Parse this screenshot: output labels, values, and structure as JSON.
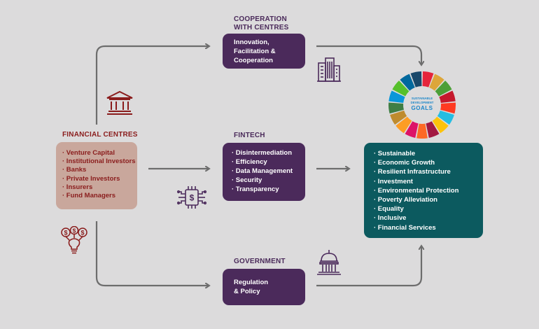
{
  "financial_centres": {
    "heading": "FINANCIAL CENTRES",
    "items": [
      "· Venture Capital",
      "· Institutional Investors",
      "· Banks",
      "· Private Investors",
      "· Insurers",
      "· Fund Managers"
    ]
  },
  "cooperation": {
    "heading_line1": "COOPERATION",
    "heading_line2": "WITH CENTRES",
    "body": [
      "Innovation,",
      "Facilitation &",
      "Cooperation"
    ]
  },
  "fintech": {
    "heading": "FINTECH",
    "items": [
      "· Disintermediation",
      "· Efficiency",
      "· Data Management",
      "· Security",
      "· Transparency"
    ]
  },
  "government": {
    "heading": "GOVERNMENT",
    "body": [
      "Regulation",
      "& Policy"
    ]
  },
  "outcomes": {
    "items": [
      "· Sustainable",
      "· Economic Growth",
      "· Resilient Infrastructure",
      "· Investment",
      "· Environmental Protection",
      "· Poverty Alleviation",
      "· Equality",
      "· Inclusive",
      "· Financial Services"
    ]
  },
  "sdg_logo": {
    "line1": "SUSTAINABLE",
    "line2": "DEVELOPMENT",
    "line3": "GOALS"
  },
  "colors": {
    "background": "#dcdbdc",
    "purple": "#4b2a5b",
    "teal": "#0c5a5f",
    "rose": "#c9a79c",
    "dark_red": "#8a1c1c",
    "arrow_grey": "#6d6d6d"
  },
  "icons": [
    "bank-icon",
    "city-buildings-icon",
    "dollar-chip-icon",
    "money-lightbulb-icon",
    "government-dome-icon",
    "sdg-wheel-icon"
  ]
}
